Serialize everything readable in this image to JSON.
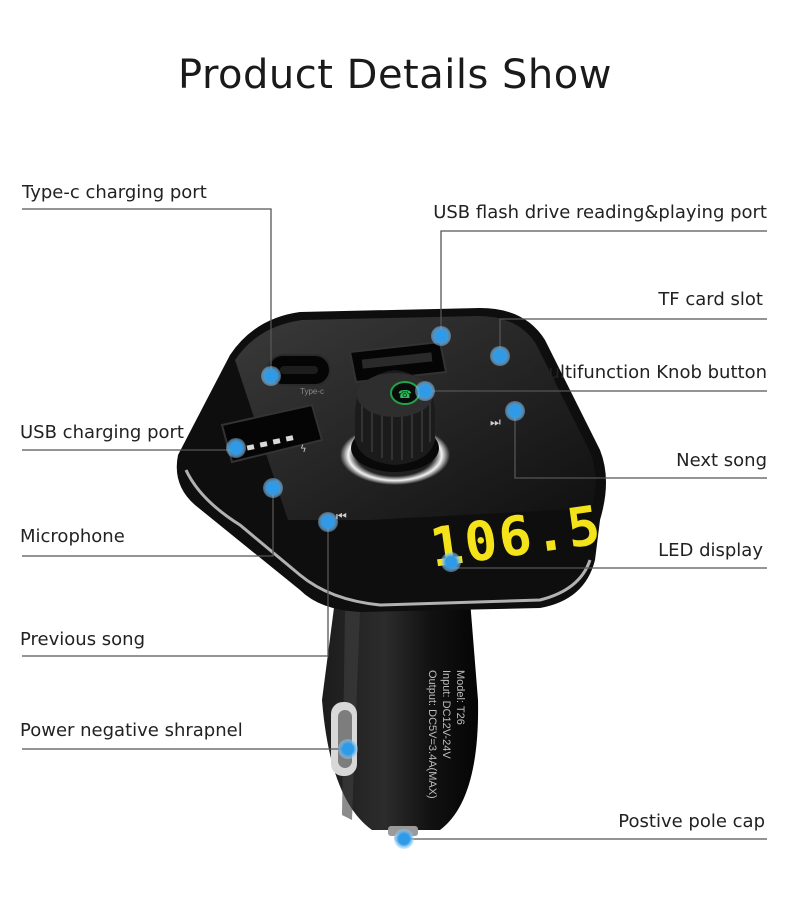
{
  "title": "Product Details Show",
  "device": {
    "type_c_port_label": "Type-c",
    "led_readout": "106.5",
    "spec_lines": [
      "Model: T26",
      "Input: DC12V-24V",
      "Output: DC5V=3.4A(MAX)"
    ]
  },
  "callouts": {
    "type_c": "Type-c charging port",
    "usb_flash": "USB flash drive reading&playing port",
    "tf_card": "TF card slot",
    "knob": "Multifunction Knob button",
    "usb_charging": "USB charging port",
    "next_song": "Next song",
    "microphone": "Microphone",
    "led_display": "LED display",
    "previous_song": "Previous song",
    "shrapnel": "Power negative shrapnel",
    "positive_cap": "Postive pole cap"
  },
  "colors": {
    "marker": "#2f9be8",
    "marker_glow": "#9fd4fb",
    "line": "#555555",
    "body": "#151515",
    "led": "#f4e21a"
  }
}
